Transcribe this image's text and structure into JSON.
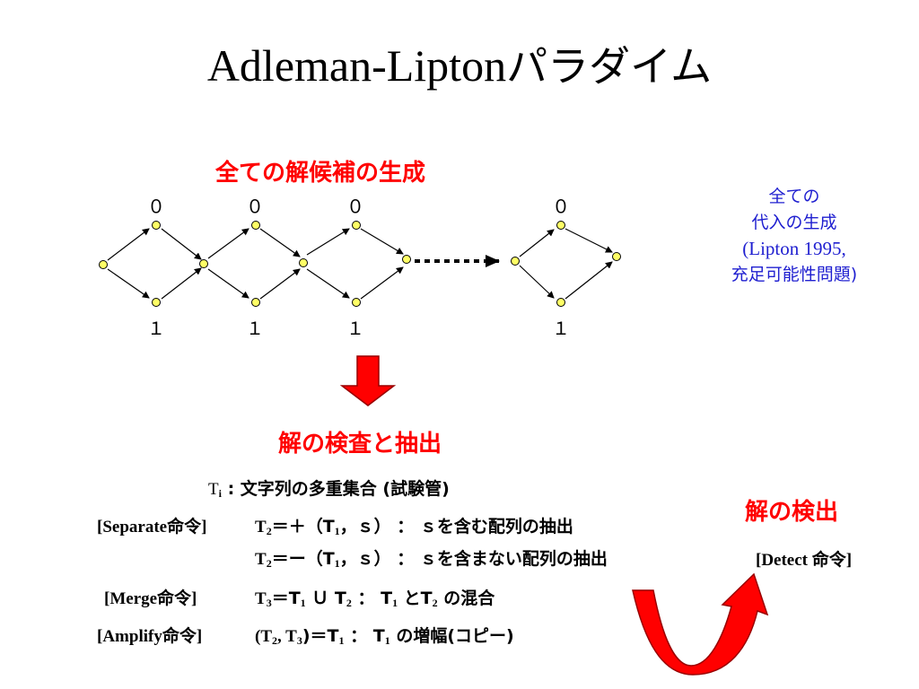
{
  "title": {
    "latin": "Adleman-Lipton",
    "kana": "パラダイム"
  },
  "generation_heading": "全ての解候補の生成",
  "node_labels": {
    "zero": "０",
    "one": "１"
  },
  "side_note": {
    "line1": "全ての",
    "line2": "代入の生成",
    "line3": "(Lipton 1995,",
    "line4": "充足可能性問題)"
  },
  "inspection_heading": "解の検査と抽出",
  "detection_heading": "解の検出",
  "detect_command": "[Detect 命令]",
  "tube_def": {
    "t": "T",
    "sub": "i",
    "colon": " : ",
    "text": "文字列の多重集合",
    "paren": " (試験管)"
  },
  "separate": {
    "label": "[Separate命令]",
    "line1": {
      "t2": "T",
      "eq": "＝＋（T",
      "rest": "，ｓ） ：  ｓを含む配列の抽出"
    },
    "line2": {
      "t2": "T",
      "eq": "＝ー（T",
      "rest": "，ｓ） ：  ｓを含まない配列の抽出"
    }
  },
  "merge": {
    "label": "[Merge命令]",
    "a": "T",
    "b": "＝T",
    "c": "  Ｕ  T",
    "d": "  ：  T",
    "e": " とT",
    "f": "  の混合"
  },
  "amplify": {
    "label": "[Amplify命令]",
    "a": "(T",
    "b": ", T",
    "c": ")＝T",
    "d": "  ：  T",
    "e": "  の増幅(コピー)"
  },
  "subs": {
    "one": "1",
    "two": "2",
    "three": "3"
  },
  "colors": {
    "red": "#ff0000",
    "blue": "#1f1fd0",
    "node_fill": "#ffff66",
    "dark_red": "#cc0000"
  }
}
